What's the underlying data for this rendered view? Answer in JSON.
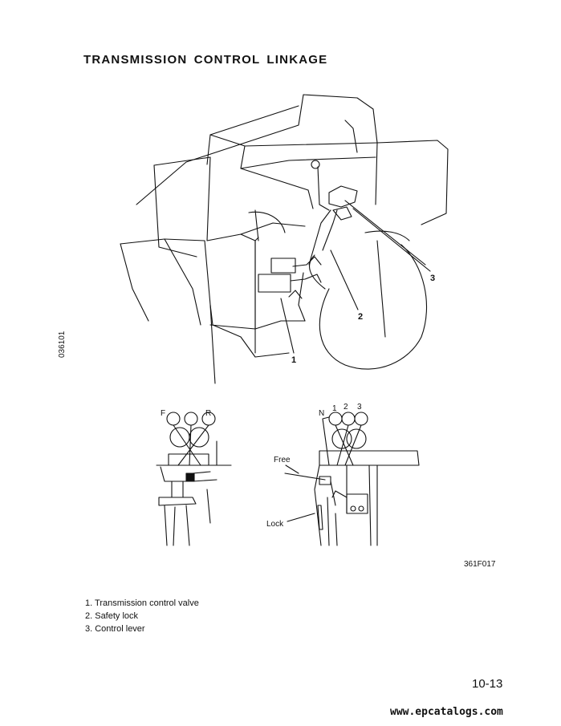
{
  "page": {
    "title": "TRANSMISSION  CONTROL  LINKAGE",
    "side_code": "036101",
    "figure_code": "361F017",
    "page_number": "10-13",
    "footer_url": "www.epcatalogs.com"
  },
  "main_figure": {
    "callouts": [
      "1",
      "2",
      "3"
    ]
  },
  "left_detail": {
    "labels": {
      "forward": "F",
      "reverse": "R"
    }
  },
  "right_detail": {
    "labels": {
      "neutral": "N",
      "first": "1",
      "second": "2",
      "third": "3",
      "free": "Free",
      "lock": "Lock"
    }
  },
  "legend": [
    {
      "text": "1.  Transmission control valve"
    },
    {
      "text": "2.  Safety lock"
    },
    {
      "text": "3.  Control lever"
    }
  ]
}
